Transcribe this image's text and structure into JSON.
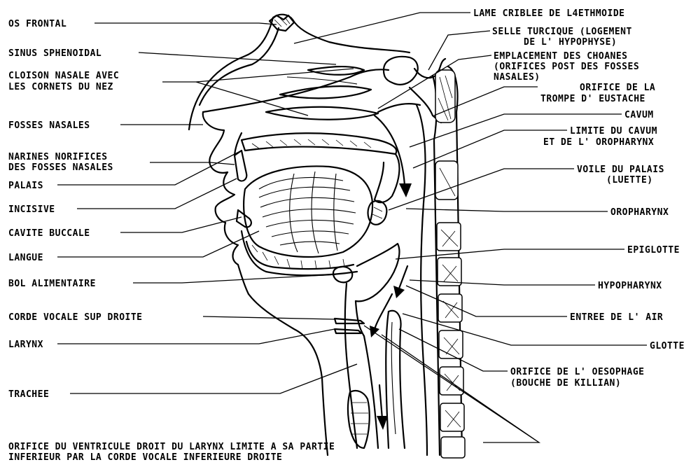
{
  "labels_left": [
    {
      "id": "os-frontal",
      "text": "OS FRONTAL"
    },
    {
      "id": "sinus-sphenoidal",
      "text": "SINUS SPHENOIDAL"
    },
    {
      "id": "cloison-1",
      "text": "CLOISON NASALE AVEC"
    },
    {
      "id": "cloison-2",
      "text": "LES CORNETS DU NEZ"
    },
    {
      "id": "fosses-nasales",
      "text": "FOSSES NASALES"
    },
    {
      "id": "narines-1",
      "text": "NARINES NORIFICES"
    },
    {
      "id": "narines-2",
      "text": "DES FOSSES NASALES"
    },
    {
      "id": "palais",
      "text": "PALAIS"
    },
    {
      "id": "incisive",
      "text": "INCISIVE"
    },
    {
      "id": "cavite-buccale",
      "text": "CAVITE BUCCALE"
    },
    {
      "id": "langue",
      "text": "LANGUE"
    },
    {
      "id": "bol-alimentaire",
      "text": "BOL ALIMENTAIRE"
    },
    {
      "id": "corde-vocale",
      "text": "CORDE VOCALE SUP DROITE"
    },
    {
      "id": "larynx",
      "text": "LARYNX"
    },
    {
      "id": "trachee",
      "text": "TRACHEE"
    }
  ],
  "labels_right": [
    {
      "id": "lame-criblee",
      "text": "LAME CRIBLEE DE L4ETHMOIDE"
    },
    {
      "id": "selle-1",
      "text": "SELLE TURCIQUE (LOGEMENT"
    },
    {
      "id": "selle-2",
      "text": "DE  L' HYPOPHYSE)"
    },
    {
      "id": "choanes-1",
      "text": "EMPLACEMENT DES CHOANES"
    },
    {
      "id": "choanes-2",
      "text": "(ORIFICES POST DES FOSSES"
    },
    {
      "id": "choanes-3",
      "text": "NASALES)"
    },
    {
      "id": "eustache-1",
      "text": "ORIFICE DE LA"
    },
    {
      "id": "eustache-2",
      "text": "TROMPE D' EUSTACHE"
    },
    {
      "id": "cavum",
      "text": "CAVUM"
    },
    {
      "id": "limite-1",
      "text": "LIMITE DU CAVUM"
    },
    {
      "id": "limite-2",
      "text": "ET DE L' OROPHARYNX"
    },
    {
      "id": "voile-1",
      "text": "VOILE DU PALAIS"
    },
    {
      "id": "voile-2",
      "text": "(LUETTE)"
    },
    {
      "id": "oropharynx",
      "text": "OROPHARYNX"
    },
    {
      "id": "epiglotte",
      "text": "EPIGLOTTE"
    },
    {
      "id": "hypopharynx",
      "text": "HYPOPHARYNX"
    },
    {
      "id": "entree-air",
      "text": "ENTREE DE L' AIR"
    },
    {
      "id": "glotte",
      "text": "GLOTTE"
    },
    {
      "id": "oesophage-1",
      "text": "ORIFICE DE L' OESOPHAGE"
    },
    {
      "id": "oesophage-2",
      "text": "(BOUCHE DE KILLIAN)"
    }
  ],
  "labels_bottom": [
    {
      "id": "ventricule-1",
      "text": "ORIFICE DU VENTRICULE DROIT DU LARYNX  LIMITE A SA PARTIE"
    },
    {
      "id": "ventricule-2",
      "text": "INFERIEUR PAR LA CORDE VOCALE INFERIEURE DROITE"
    }
  ]
}
